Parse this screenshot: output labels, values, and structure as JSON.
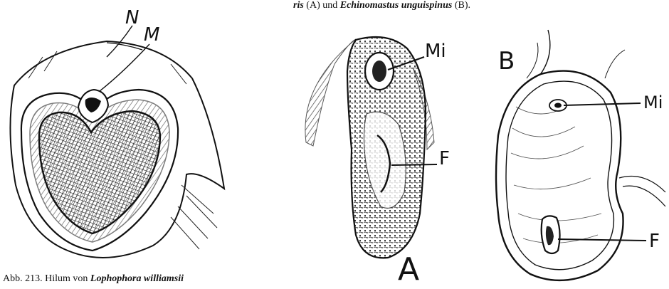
{
  "captions": {
    "top_part1": "ris",
    "top_part2": " (A) und ",
    "top_part3": "Echinomastus unguispinus",
    "top_part4": " (B).",
    "bottom_part1": "Abb. 213. Hilum von ",
    "bottom_part2": "Lophophora williamsii"
  },
  "figure_left": {
    "label_N": "N",
    "label_M": "M"
  },
  "figure_A": {
    "label_Mi": "Mi",
    "label_F": "F",
    "letter": "A"
  },
  "figure_B": {
    "letter": "B",
    "label_Mi": "Mi",
    "label_F": "F"
  }
}
